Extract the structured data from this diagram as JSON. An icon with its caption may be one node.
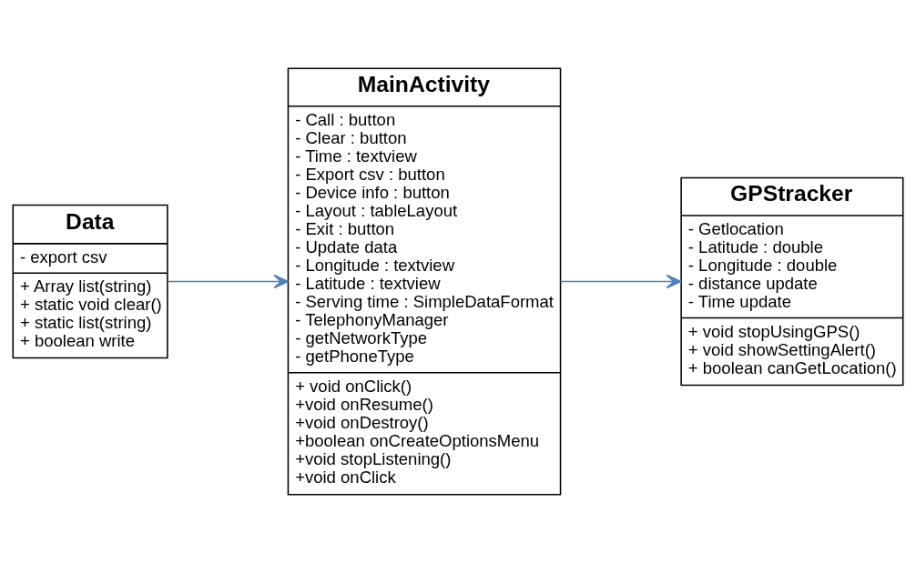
{
  "diagram": {
    "nodes": [
      {
        "text": [
          "Data",
          "- export csv",
          "+ Array list(string)",
          "+ static void clear()",
          "+ static list(string)",
          "+ boolean write"
        ]
      },
      {
        "text": [
          "MainActivity",
          "- Call : button",
          "- Clear : button",
          "- Time : textview",
          "- Export csv : button",
          "- Device info : button",
          "- Layout : tableLayout",
          "- Exit : button",
          "- Update data",
          "- Longitude : textview",
          "- Latitude : textview",
          "- Serving time : SimpleDataFormat",
          "- TelephonyManager",
          "- getNetworkType",
          "- getPhoneType",
          "+ void onClick()",
          "+void onResume()",
          "+void onDestroy()",
          "+boolean onCreateOptionsMenu",
          "+void stopListening()",
          "+void onClick"
        ]
      },
      {
        "text": [
          "GPStracker",
          "- Getlocation",
          "- Latitude : double",
          "- Longitude : double",
          "- distance update",
          "- Time update",
          "+ void stopUsingGPS()",
          "+ void showSettingAlert()",
          "+ boolean canGetLocation()"
        ]
      }
    ],
    "edges": [
      {
        "from": 0,
        "to": 1,
        "arrow": "to"
      },
      {
        "from": 1,
        "to": 2,
        "arrow": "to"
      }
    ]
  }
}
